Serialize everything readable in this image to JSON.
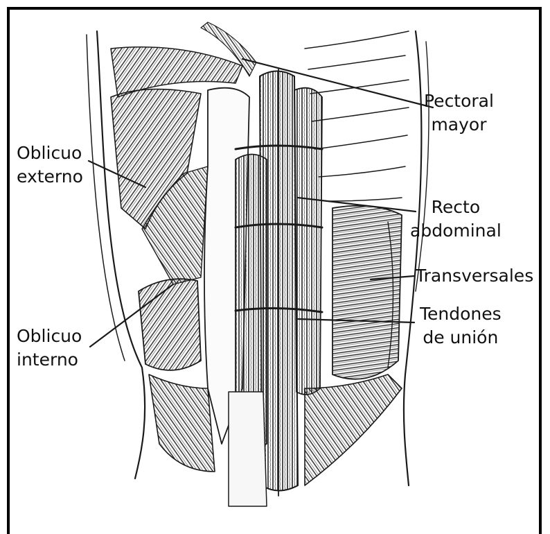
{
  "diagram": {
    "labels": {
      "pectoral_mayor": [
        "Pectoral",
        "mayor"
      ],
      "oblicuo_externo": [
        "Oblicuo",
        "externo"
      ],
      "recto_abdominal": [
        "Recto",
        "abdominal"
      ],
      "transversales": [
        "Transversales"
      ],
      "oblicuo_interno": [
        "Oblicuo",
        "interno"
      ],
      "tendones_de_union": [
        "Tendones",
        "de unión"
      ]
    },
    "colors": {
      "ink": "#1a1a1a",
      "paper": "#ffffff",
      "border": "#000000"
    }
  }
}
